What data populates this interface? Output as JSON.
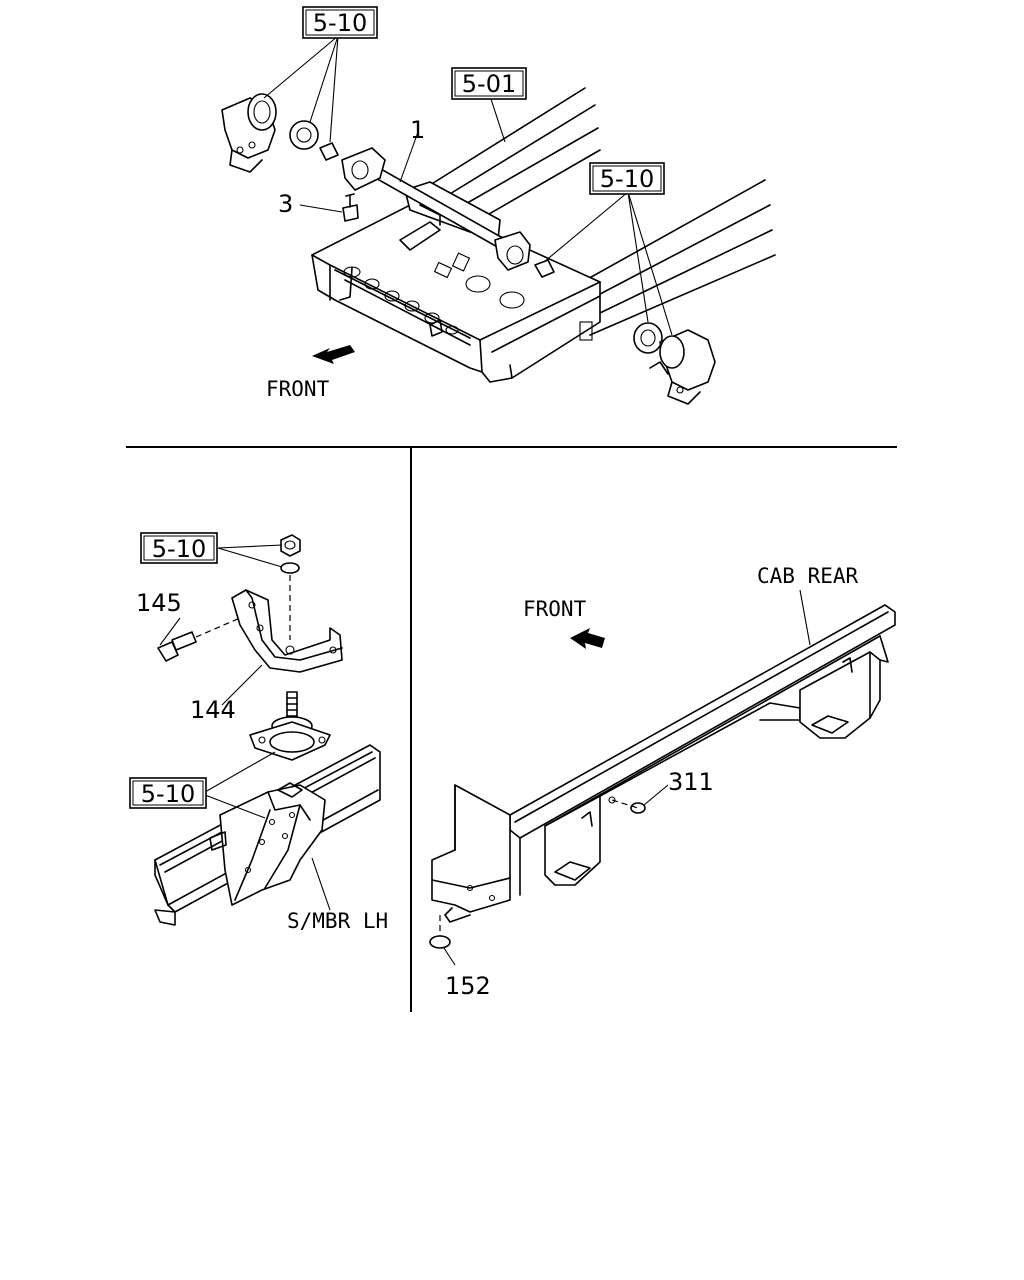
{
  "labels": {
    "ref_5_10_top": "5-10",
    "ref_5_01": "5-01",
    "ref_5_10_right": "5-10",
    "part_1": "1",
    "part_3": "3",
    "front_top": "FRONT",
    "ref_5_10_mid": "5-10",
    "part_145": "145",
    "part_144": "144",
    "ref_5_10_low": "5-10",
    "smbr_lh": "S/MBR LH",
    "front_right": "FRONT",
    "cab_rear": "CAB REAR",
    "part_311": "311",
    "part_152": "152"
  },
  "colors": {
    "line": "#000000",
    "background": "#ffffff"
  }
}
